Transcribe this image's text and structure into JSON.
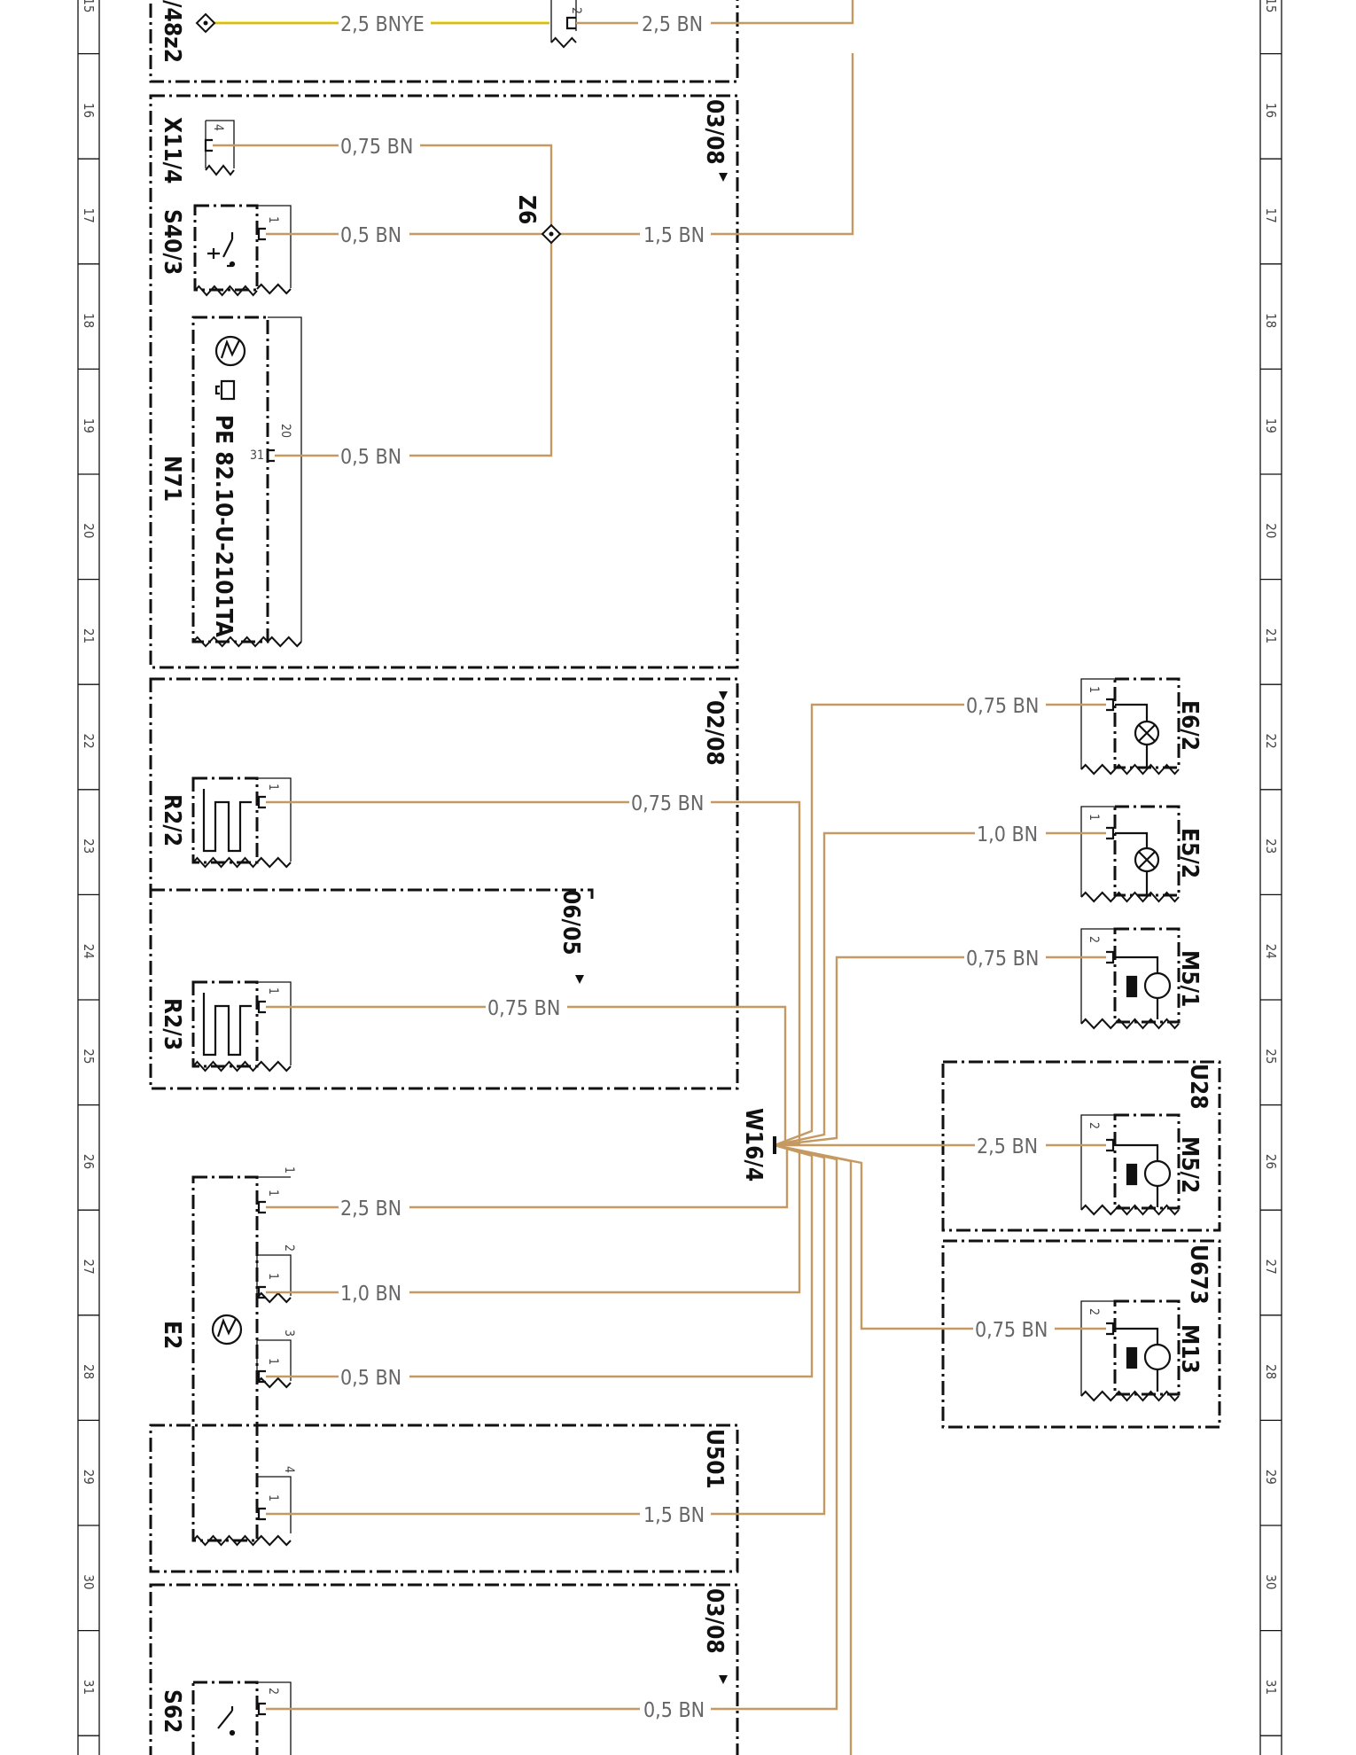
{
  "rails": {
    "rows": [
      "15",
      "16",
      "17",
      "18",
      "19",
      "20",
      "21",
      "22",
      "23",
      "24",
      "25",
      "26",
      "27",
      "28",
      "29",
      "30",
      "31"
    ]
  },
  "colors": {
    "wire_brown": "#c49a62",
    "wire_yellow": "#f2e600",
    "ink": "#111111"
  },
  "components": {
    "x48z2": "/48z2",
    "x11_4": "X11/4",
    "s40_3": "S40/3",
    "n71": "N71",
    "n71_ref": "PE 82.10-U-2101TA",
    "r2_2": "R2/2",
    "r2_3": "R2/3",
    "e2": "E2",
    "u501": "U501",
    "s62": "S62",
    "z6": "Z6",
    "w16_4": "W16/4",
    "e6_2": "E6/2",
    "e5_2": "E5/2",
    "m5_1": "M5/1",
    "u28": "U28",
    "m5_2": "M5/2",
    "u673": "U673",
    "m13": "M13"
  },
  "refs": {
    "r1": "03/08",
    "r2": "02/08",
    "r3": "06/05",
    "r4": "03/08"
  },
  "wires": {
    "w_top_a": "2,5 BNYE",
    "w_top_b": "2,5 BN",
    "w_x11": "0,75 BN",
    "w_s40": "0,5 BN",
    "w_z6": "1,5 BN",
    "w_n71": "0,5 BN",
    "w_r22": "0,75 BN",
    "w_r23": "0,75 BN",
    "w_e2_1": "2,5 BN",
    "w_e2_2": "1,0 BN",
    "w_e2_3": "0,5 BN",
    "w_u501": "1,5 BN",
    "w_s62": "0,5 BN",
    "w_e62": "0,75 BN",
    "w_e52": "1,0 BN",
    "w_m51": "0,75 BN",
    "w_m52": "2,5 BN",
    "w_m13": "0,75 BN"
  },
  "pins": {
    "two": "2",
    "one": "1",
    "four": "4",
    "twenty": "20",
    "thirtyone": "31",
    "three": "3"
  },
  "icons": {
    "ground": "ground-hatch-icon",
    "lamp": "lamp-icon",
    "motor": "motor-icon",
    "switch": "switch-icon",
    "heater": "heater-icon",
    "splice": "splice-icon",
    "document": "document-reference-icon"
  }
}
